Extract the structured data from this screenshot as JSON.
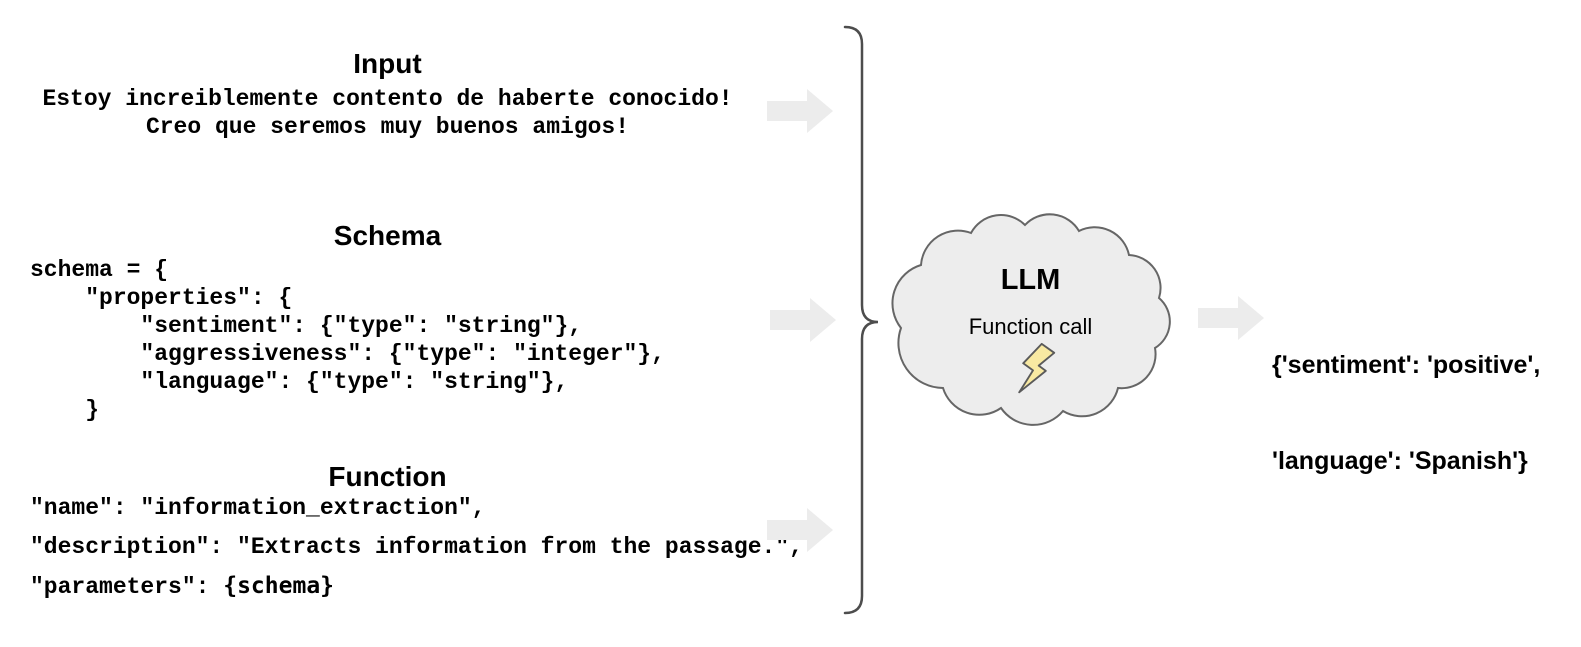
{
  "sections": {
    "input": {
      "heading": "Input",
      "lines": [
        "Estoy increiblemente contento de haberte conocido!",
        "Creo que seremos muy buenos amigos!"
      ]
    },
    "schema": {
      "heading": "Schema",
      "code_lines": [
        "schema = {",
        "    \"properties\": {",
        "        \"sentiment\": {\"type\": \"string\"},",
        "        \"aggressiveness\": {\"type\": \"integer\"},",
        "        \"language\": {\"type\": \"string\"},",
        "    }"
      ]
    },
    "function": {
      "heading": "Function",
      "code_lines": [
        "\"name\": \"information_extraction\",",
        "\"description\": \"Extracts information from the passage.\",",
        "\"parameters\": "
      ],
      "parameters_var": "{schema}"
    }
  },
  "cloud": {
    "title": "LLM",
    "subtitle": "Function call",
    "icon": "lightning-bolt"
  },
  "output": {
    "lines": [
      "{'sentiment': 'positive',",
      "'language': 'Spanish'}"
    ]
  },
  "colors": {
    "arrow_fill": "#ececec",
    "cloud_fill": "#ededed",
    "cloud_stroke": "#666666",
    "brace_stroke": "#4d4d4d",
    "bolt_fill": "#f8e9a2",
    "bolt_stroke": "#5a5a5a",
    "text_color": "#000000"
  }
}
